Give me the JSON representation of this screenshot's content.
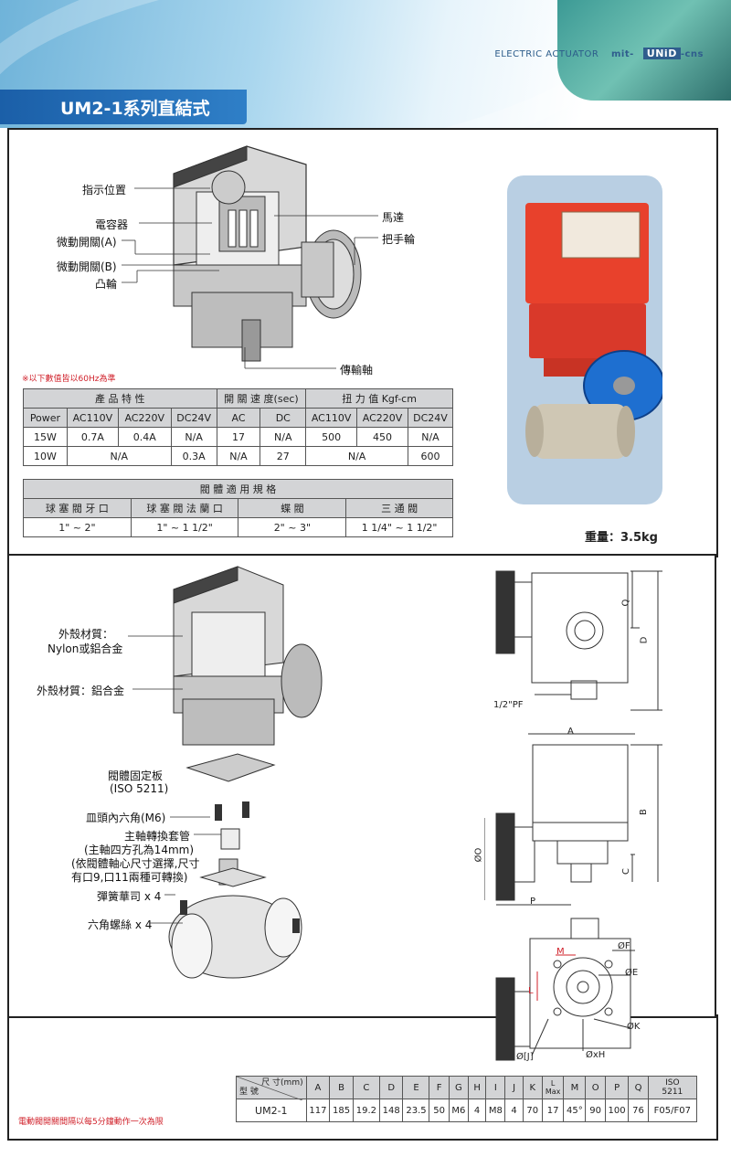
{
  "header": {
    "electric_actuator": "ELECTRIC ACTUATOR",
    "brand_prefix": "mit-",
    "brand_logo": "UNiD",
    "brand_suffix": "-cns",
    "title": "UM2-1系列直結式"
  },
  "diagram1": {
    "labels": [
      "指示位置",
      "電容器",
      "微動開關(A)",
      "微動開關(B)",
      "凸輪",
      "馬達",
      "把手輪",
      "傳輸軸"
    ]
  },
  "note_60hz": "※以下數值皆以60Hz為準",
  "spec_table": {
    "group_headers": [
      "產 品 特 性",
      "開 關 速 度(sec)",
      "扭 力 值 Kgf-cm"
    ],
    "headers": [
      "Power",
      "AC110V",
      "AC220V",
      "DC24V",
      "AC",
      "DC",
      "AC110V",
      "AC220V",
      "DC24V"
    ],
    "row1": [
      "15W",
      "0.7A",
      "0.4A",
      "N/A",
      "17",
      "N/A",
      "500",
      "450",
      "N/A"
    ],
    "row2": {
      "power": "10W",
      "ac_na": "N/A",
      "dc24": "0.3A",
      "ac": "N/A",
      "dc": "27",
      "torque_na": "N/A",
      "dc24_torque": "600"
    }
  },
  "valve_table": {
    "title": "閥 體 適 用 規 格",
    "headers": [
      "球 塞 閥 牙 口",
      "球 塞 閥 法 蘭 口",
      "蝶 閥",
      "三 通 閥"
    ],
    "values": [
      "1\" ~ 2\"",
      "1\" ~ 1 1/2\"",
      "2\" ~ 3\"",
      "1 1/4\" ~ 1 1/2\""
    ]
  },
  "weight": "重量：3.5kg",
  "diagram2": {
    "labels": {
      "housing1": "外殼材質：",
      "housing1b": "Nylon或鋁合金",
      "housing2": "外殼材質：鋁合金",
      "plate": "閥體固定板",
      "plate_iso": "(ISO 5211)",
      "screw": "皿頭內六角(M6)",
      "sleeve": "主軸轉換套管",
      "sleeve2": "(主軸四方孔為14mm)",
      "sleeve3": "(依閥體軸心尺寸選擇,尺寸",
      "sleeve4": "有口9,口11兩種可轉換)",
      "washer": "彈簧華司 x 4",
      "bolt": "六角螺絲 x 4"
    }
  },
  "drawing_labels": {
    "Q": "Q",
    "D": "D",
    "pf": "1/2\"PF",
    "A": "A",
    "B": "B",
    "O": "ØO",
    "C": "C",
    "P": "P",
    "M": "M",
    "L": "L",
    "F": "ØF",
    "E": "ØE",
    "K": "ØK",
    "J": "Ø[J]",
    "H": "ØxH"
  },
  "dim_table": {
    "corner_top": "尺 寸",
    "corner_unit": "(mm)",
    "corner_bottom": "型 號",
    "headers": [
      "A",
      "B",
      "C",
      "D",
      "E",
      "F",
      "G",
      "H",
      "I",
      "J",
      "K",
      "L\nMax",
      "M",
      "O",
      "P",
      "Q",
      "ISO\n5211"
    ],
    "model": "UM2-1",
    "values": [
      "117",
      "185",
      "19.2",
      "148",
      "23.5",
      "50",
      "M6",
      "4",
      "M8",
      "4",
      "70",
      "17",
      "45°",
      "90",
      "100",
      "76",
      "F05/F07"
    ]
  },
  "footer_note": "電動閥開關間隔以每5分鐘動作一次為限",
  "colors": {
    "accent_blue": "#1b5fa8",
    "actuator_red": "#e8412c",
    "handwheel_blue": "#1e6fd0",
    "note_red": "#d0202a",
    "table_gray": "#d3d4d6"
  }
}
